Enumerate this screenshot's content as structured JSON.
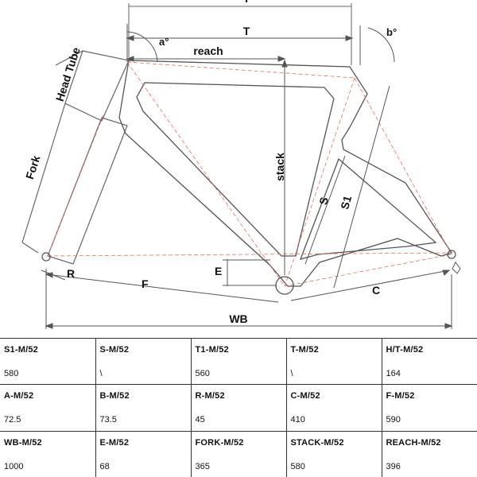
{
  "diagram": {
    "labels": {
      "top_partial": "T",
      "T": "T",
      "a": "a°",
      "b": "b°",
      "reach": "reach",
      "head_tube": "Head Tube",
      "fork": "Fork",
      "stack": "stack",
      "S": "S",
      "S1": "S1",
      "R": "R",
      "F": "F",
      "E": "E",
      "C": "C",
      "WB": "WB"
    }
  },
  "spec_table": {
    "rows": [
      [
        {
          "label": "S1-M/52",
          "value": "580"
        },
        {
          "label": "S-M/52",
          "value": "\\"
        },
        {
          "label": "T1-M/52",
          "value": "560"
        },
        {
          "label": "T-M/52",
          "value": "\\"
        },
        {
          "label": "H/T-M/52",
          "value": "164"
        }
      ],
      [
        {
          "label": "A-M/52",
          "value": "72.5"
        },
        {
          "label": "B-M/52",
          "value": "73.5"
        },
        {
          "label": "R-M/52",
          "value": "45"
        },
        {
          "label": "C-M/52",
          "value": "410"
        },
        {
          "label": "F-M/52",
          "value": "590"
        }
      ],
      [
        {
          "label": "WB-M/52",
          "value": "1000"
        },
        {
          "label": "E-M/52",
          "value": "68"
        },
        {
          "label": "FORK-M/52",
          "value": "365"
        },
        {
          "label": "STACK-M/52",
          "value": "580"
        },
        {
          "label": "REACH-M/52",
          "value": "396"
        }
      ]
    ]
  }
}
